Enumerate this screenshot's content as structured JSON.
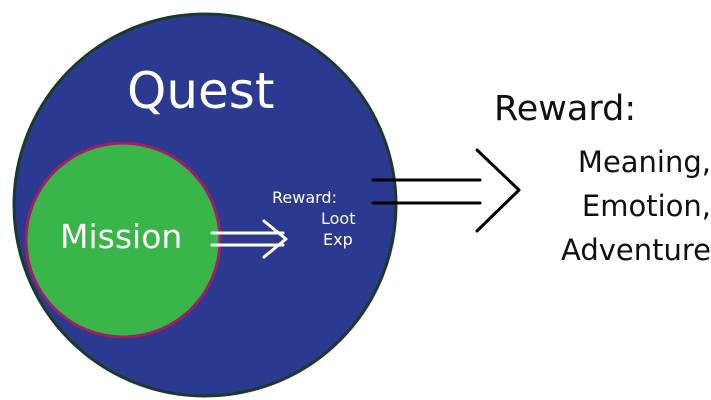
{
  "quest": {
    "label": "Quest",
    "fill_color": "#2b3990",
    "stroke_color": "#1b3a2a"
  },
  "mission": {
    "label": "Mission",
    "fill_color": "#39b54a",
    "stroke_color": "#9e1f63"
  },
  "inner_reward": {
    "title": "Reward:",
    "items": [
      "Loot",
      "Exp"
    ]
  },
  "outer_reward": {
    "title": "Reward:",
    "items": [
      "Meaning,",
      "Emotion,",
      "Adventure"
    ]
  },
  "colors": {
    "arrow_small": "#ffffff",
    "arrow_large": "#000000"
  }
}
